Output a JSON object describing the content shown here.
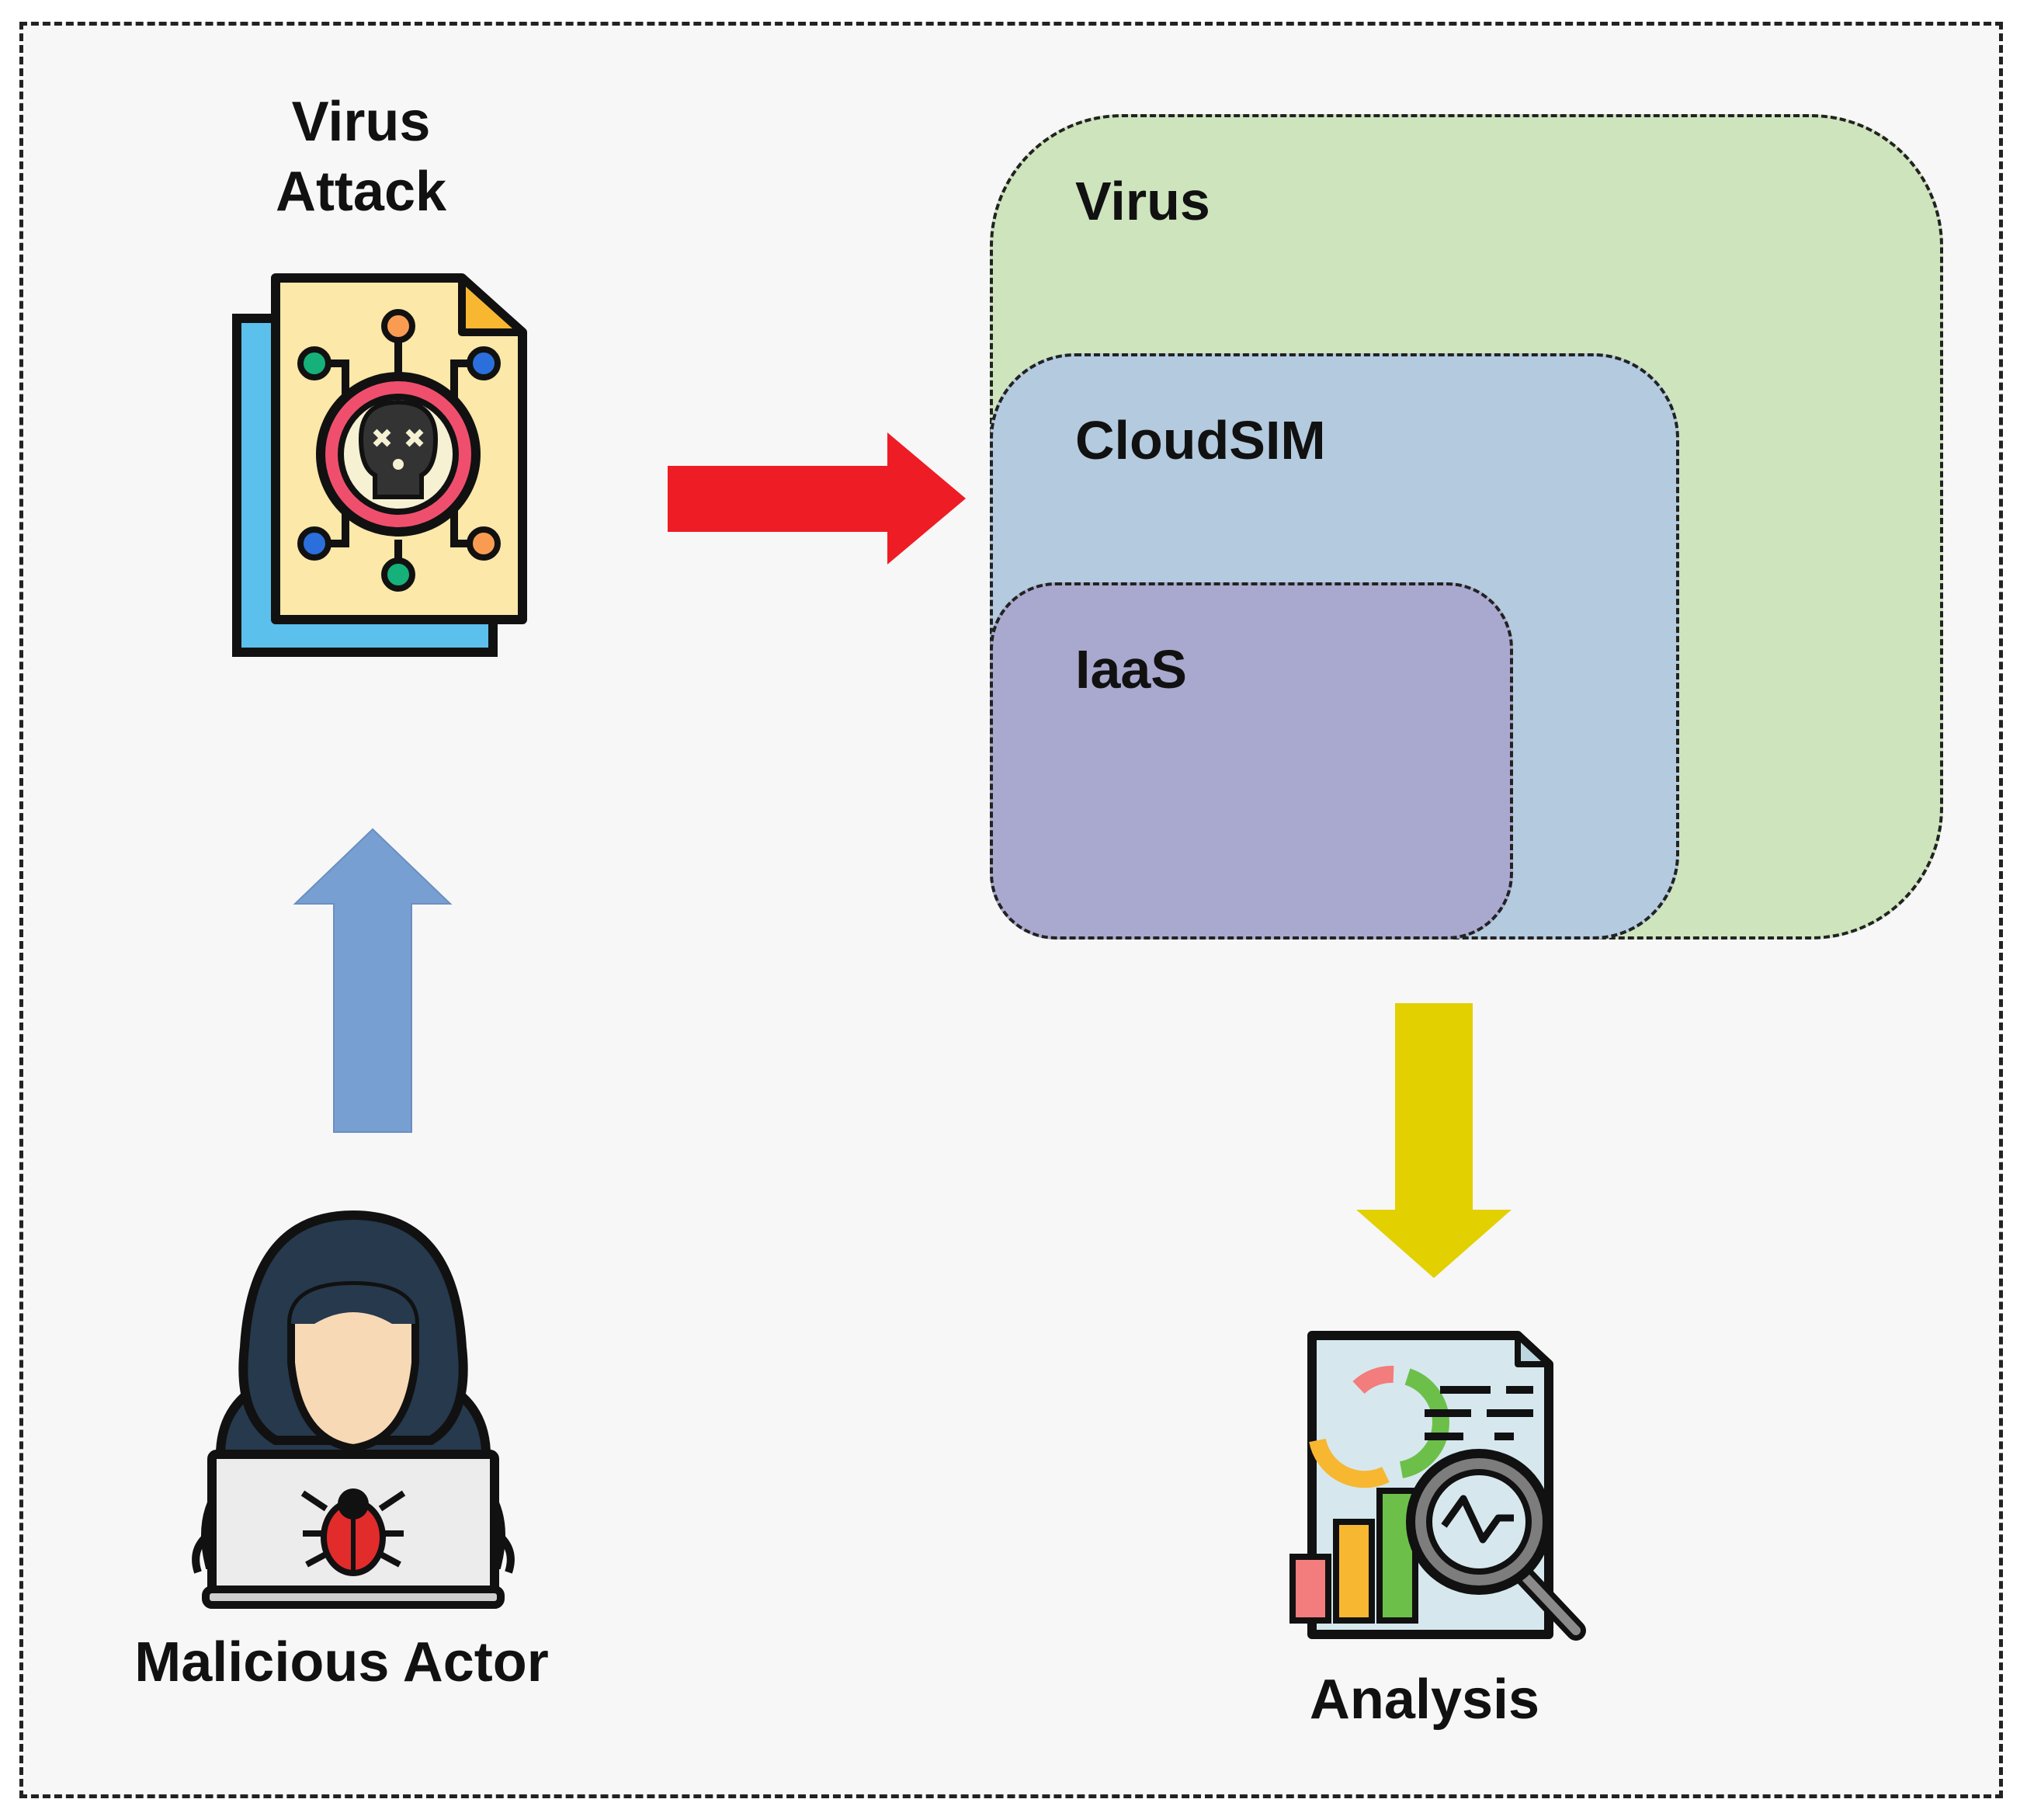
{
  "colors": {
    "frame_bg": "#f7f7f7",
    "virus_zone": "#cde4bd",
    "cloudsim_zone": "#b3cadf",
    "iaas_zone": "#a9a8ce",
    "red_arrow": "#ee1c25",
    "blue_arrow": "#779fd2",
    "yellow_arrow": "#e2d000"
  },
  "nodes": {
    "virus_attack": {
      "label_line1": "Virus",
      "label_line2": "Attack",
      "icon": "virus-file-icon"
    },
    "malicious_actor": {
      "label": "Malicious Actor",
      "icon": "hacker-icon"
    },
    "analysis": {
      "label": "Analysis",
      "icon": "analysis-report-icon"
    }
  },
  "zones": {
    "virus": {
      "label": "Virus"
    },
    "cloudsim": {
      "label": "CloudSIM"
    },
    "iaas": {
      "label": "IaaS"
    }
  },
  "edges": [
    {
      "from": "malicious_actor",
      "to": "virus_attack",
      "icon": "arrow-up-icon"
    },
    {
      "from": "virus_attack",
      "to": "virus",
      "icon": "arrow-right-icon"
    },
    {
      "from": "virus",
      "to": "analysis",
      "icon": "arrow-down-icon"
    }
  ]
}
